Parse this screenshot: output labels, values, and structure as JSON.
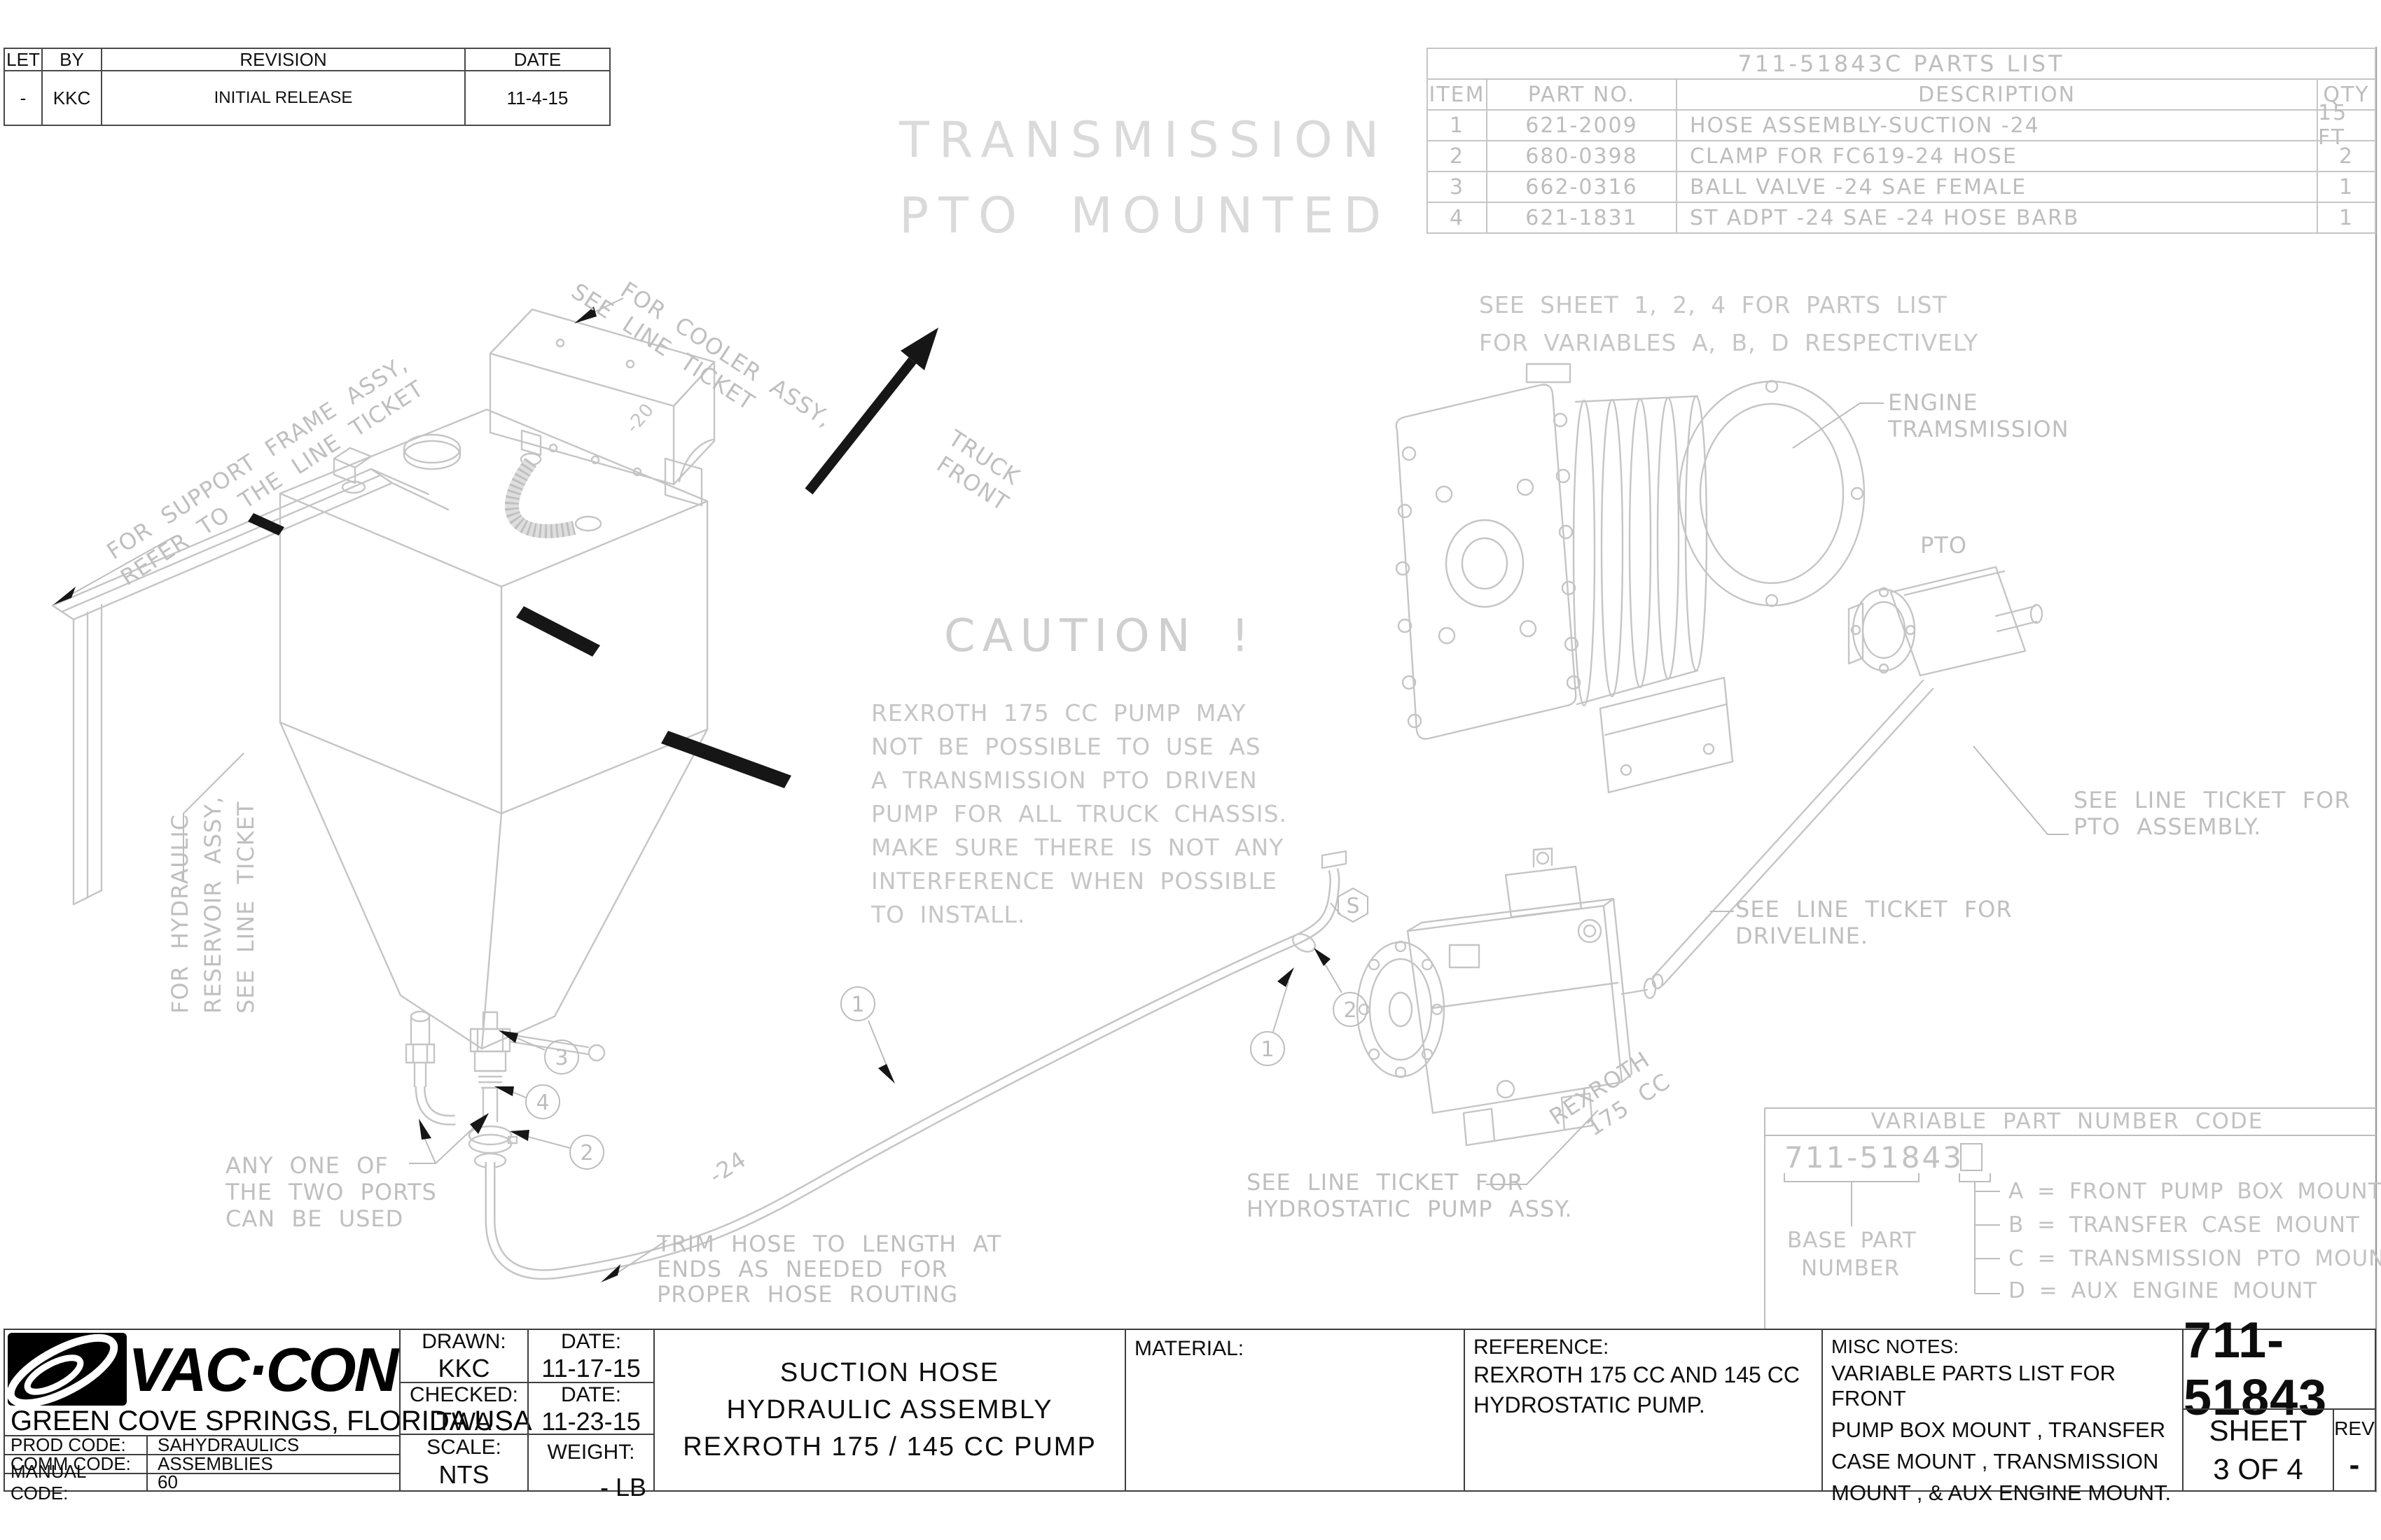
{
  "revision_table": {
    "headers": {
      "let": "LET",
      "by": "BY",
      "revision": "REVISION",
      "date": "DATE"
    },
    "row": {
      "let": "-",
      "by": "KKC",
      "revision": "INITIAL RELEASE",
      "date": "11-4-15"
    }
  },
  "parts_list": {
    "title": "711-51843C  PARTS LIST",
    "headers": {
      "item": "ITEM",
      "part_no": "PART NO.",
      "description": "DESCRIPTION",
      "qty": "QTY"
    },
    "rows": [
      {
        "item": "1",
        "part_no": "621-2009",
        "description": "HOSE ASSEMBLY-SUCTION  -24",
        "qty": "15 FT"
      },
      {
        "item": "2",
        "part_no": "680-0398",
        "description": "CLAMP FOR FC619-24 HOSE",
        "qty": "2"
      },
      {
        "item": "3",
        "part_no": "662-0316",
        "description": "BALL VALVE  -24 SAE FEMALE",
        "qty": "1"
      },
      {
        "item": "4",
        "part_no": "621-1831",
        "description": "ST ADPT -24 SAE -24 HOSE BARB",
        "qty": "1"
      }
    ]
  },
  "watermark": {
    "line1": "TRANSMISSION",
    "line2": "PTO MOUNTED"
  },
  "notes": {
    "sheet_note": [
      "SEE SHEET 1, 2, 4 FOR PARTS LIST",
      "FOR VARIABLES A, B, D RESPECTIVELY"
    ],
    "caution_title": "CAUTION !",
    "caution": [
      "REXROTH 175 CC PUMP MAY",
      "NOT BE POSSIBLE TO USE AS",
      "A TRANSMISSION PTO DRIVEN",
      "PUMP FOR ALL TRUCK CHASSIS.",
      "MAKE SURE THERE IS NOT ANY",
      "INTERFERENCE WHEN POSSIBLE",
      "TO INSTALL."
    ]
  },
  "callouts": {
    "cooler": [
      "FOR COOLER ASSY,",
      "SEE LINE TICKET"
    ],
    "truck_front": [
      "TRUCK",
      "FRONT"
    ],
    "support_frame": [
      "FOR SUPPORT FRAME ASSY,",
      "REFER TO THE LINE TICKET"
    ],
    "reservoir": [
      "FOR HYDRAULIC",
      "RESERVOIR ASSY,",
      "SEE LINE TICKET"
    ],
    "two_ports": [
      "ANY ONE OF",
      "THE TWO PORTS",
      "CAN BE USED"
    ],
    "trim_hose": [
      "TRIM HOSE TO LENGTH AT",
      "ENDS AS NEEDED FOR",
      "PROPER HOSE ROUTING"
    ],
    "hydrostatic": [
      "SEE LINE TICKET FOR",
      "HYDROSTATIC PUMP ASSY."
    ],
    "driveline": [
      "SEE LINE TICKET FOR",
      "DRIVELINE."
    ],
    "pto_assembly": [
      "SEE LINE TICKET FOR",
      "PTO ASSEMBLY."
    ],
    "engine_transmission": [
      "ENGINE",
      "TRAMSMISSION"
    ],
    "pto": "PTO",
    "rexroth": [
      "REXROTH",
      "175 CC"
    ],
    "hose_size": "-24",
    "cooler_hose_size": "-20"
  },
  "balloons": {
    "n1": "1",
    "n2": "2",
    "n3": "3",
    "n4": "4",
    "s": "S"
  },
  "variable_code": {
    "title": "VARIABLE PART NUMBER CODE",
    "base_number": "711-51843",
    "base_label": [
      "BASE PART",
      "NUMBER"
    ],
    "items": [
      "A = FRONT PUMP BOX MOUNT",
      "B = TRANSFER CASE MOUNT",
      "C = TRANSMISSION PTO MOUNT",
      "D = AUX ENGINE MOUNT"
    ]
  },
  "title_block": {
    "logo_text": "VAC·CON",
    "location": "GREEN COVE SPRINGS, FLORIDA USA",
    "prod_code_label": "PROD CODE:",
    "prod_code": "SAHYDRAULICS",
    "comm_code_label": "COMM CODE:",
    "comm_code": "ASSEMBLIES",
    "manual_code_label": "MANUAL CODE:",
    "manual_code": "60",
    "drawn_label": "DRAWN:",
    "drawn": "KKC",
    "drawn_date_label": "DATE:",
    "drawn_date": "11-17-15",
    "checked_label": "CHECKED:",
    "checked": "TWA",
    "checked_date_label": "DATE:",
    "checked_date": "11-23-15",
    "scale_label": "SCALE:",
    "scale": "NTS",
    "weight_label": "WEIGHT:",
    "weight": "- LB",
    "title": [
      "SUCTION HOSE",
      "HYDRAULIC ASSEMBLY",
      "REXROTH 175 / 145 CC PUMP"
    ],
    "material_label": "MATERIAL:",
    "reference_label": "REFERENCE:",
    "reference": [
      "REXROTH 175 CC AND 145 CC",
      "HYDROSTATIC PUMP."
    ],
    "misc_label": "MISC NOTES:",
    "misc": [
      "VARIABLE PARTS LIST FOR FRONT",
      "PUMP BOX MOUNT , TRANSFER",
      "CASE MOUNT , TRANSMISSION",
      "MOUNT , & AUX ENGINE MOUNT."
    ],
    "drawing_number": "711-51843",
    "sheet_label": "SHEET",
    "sheet": "3 OF 4",
    "rev_label": "REV",
    "rev": "-"
  }
}
